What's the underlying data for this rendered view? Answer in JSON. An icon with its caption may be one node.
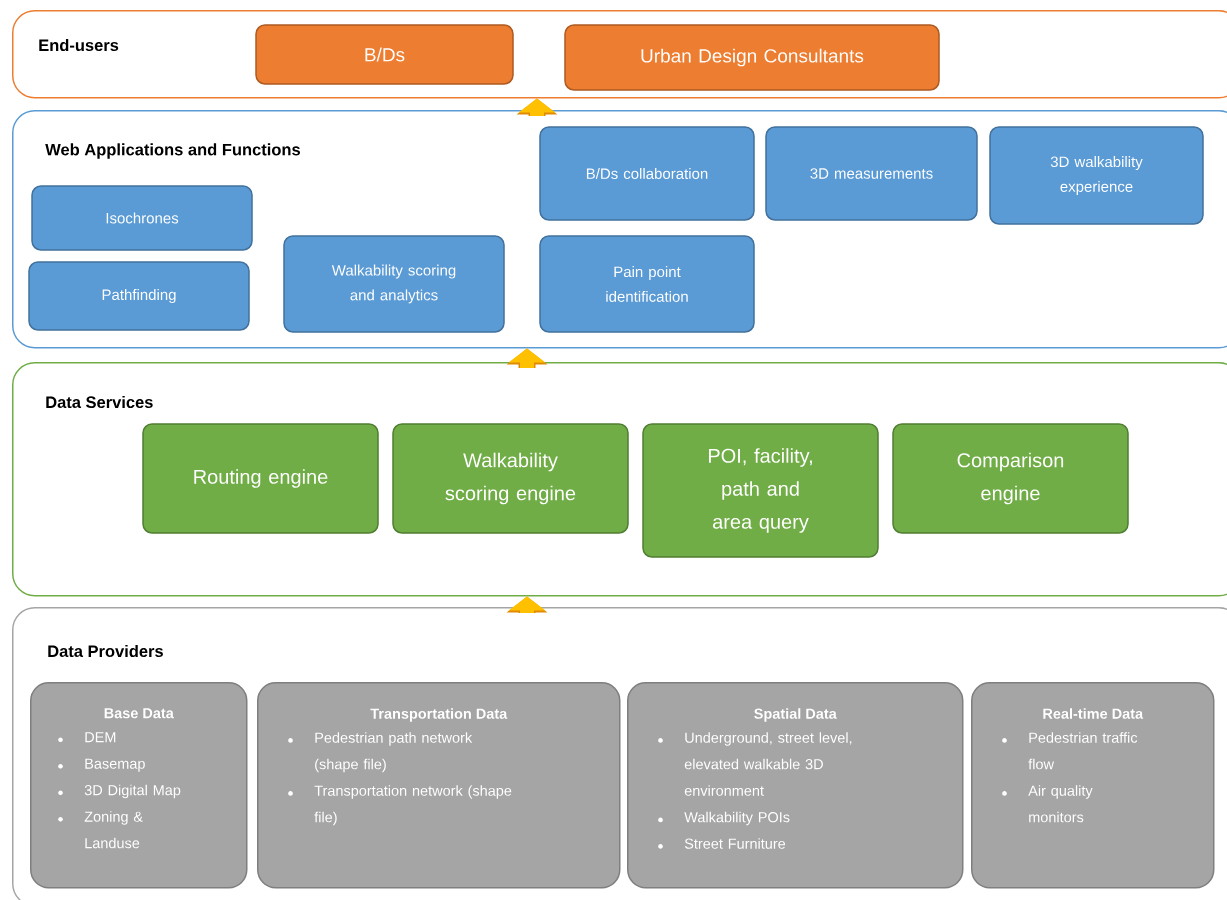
{
  "diagram": {
    "nodes": [
      {
        "text": [
          "End-users"
        ]
      },
      {
        "text": [
          "B/Ds"
        ],
        "in": 0
      },
      {
        "text": [
          "Urban Design Consultants"
        ],
        "in": 0
      },
      {
        "text": [
          "Web Applications and Functions"
        ]
      },
      {
        "text": [
          "B/Ds collaboration"
        ],
        "in": 3
      },
      {
        "text": [
          "3D measurements"
        ],
        "in": 3
      },
      {
        "text": [
          "3D walkability experience"
        ],
        "in": 3
      },
      {
        "text": [
          "Isochrones"
        ],
        "in": 3
      },
      {
        "text": [
          "Walkability scoring and analytics"
        ],
        "in": 3
      },
      {
        "text": [
          "Pain point identification"
        ],
        "in": 3
      },
      {
        "text": [
          "Pathfinding"
        ],
        "in": 3
      },
      {
        "text": [
          "Data Services"
        ]
      },
      {
        "text": [
          "Routing engine"
        ],
        "in": 11
      },
      {
        "text": [
          "Walkability scoring engine"
        ],
        "in": 11
      },
      {
        "text": [
          "POI, facility, path and area query"
        ],
        "in": 11
      },
      {
        "text": [
          "Comparison engine"
        ],
        "in": 11
      },
      {
        "text": [
          "Data Providers"
        ]
      },
      {
        "text": [
          "Base Data",
          "DEM",
          "Basemap",
          "3D Digital Map",
          "Zoning & Landuse"
        ],
        "in": 16
      },
      {
        "text": [
          "Transportation Data",
          "Pedestrian path network (shape file)",
          "Transportation network (shape file)"
        ],
        "in": 16
      },
      {
        "text": [
          "Spatial Data",
          "Underground, street level, elevated walkable 3D environment",
          "Walkability POIs",
          "Street Furniture"
        ],
        "in": 16
      },
      {
        "text": [
          "Real-time Data",
          "Pedestrian traffic flow",
          "Air quality monitors"
        ],
        "in": 16
      }
    ],
    "edges": [
      {
        "from": 3,
        "to": 0,
        "arrow": "to"
      },
      {
        "from": 11,
        "to": 3,
        "arrow": "to"
      },
      {
        "from": 16,
        "to": 11,
        "arrow": "to"
      }
    ]
  }
}
